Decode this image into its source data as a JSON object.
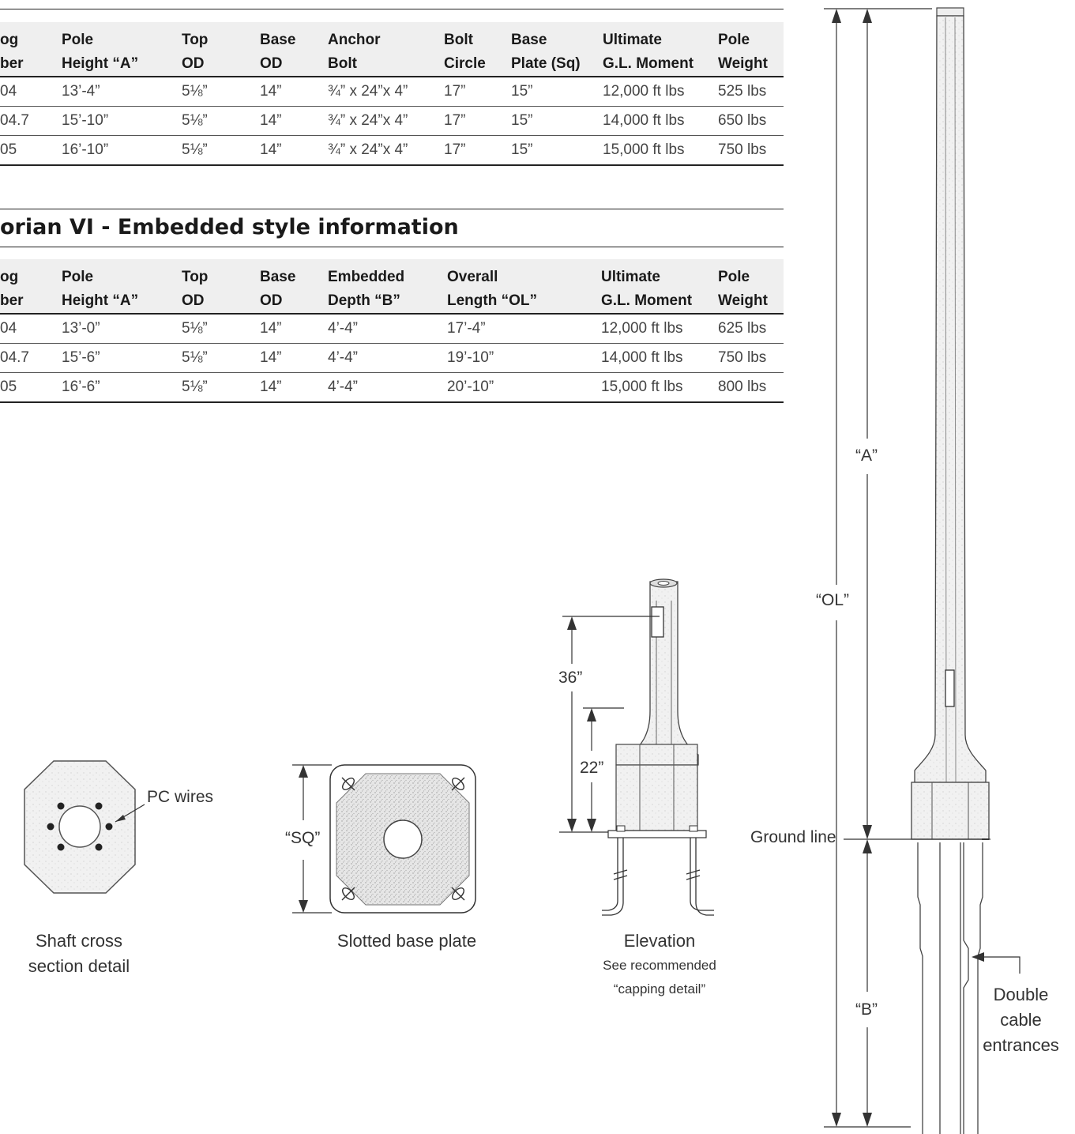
{
  "table1": {
    "headers_line1": [
      "og",
      "Pole",
      "Top",
      "Base",
      "Anchor",
      "Bolt",
      "Base",
      "Ultimate",
      "Pole"
    ],
    "headers_line2": [
      "ber",
      "Height “A”",
      "OD",
      "OD",
      "Bolt",
      "Circle",
      "Plate (Sq)",
      "G.L. Moment",
      "Weight"
    ],
    "rows": [
      [
        "04",
        "13’-4”",
        "5⅛”",
        "14”",
        "¾” x 24”x 4”",
        "17”",
        "15”",
        "12,000 ft lbs",
        "525 lbs"
      ],
      [
        "04.7",
        "15’-10”",
        "5⅛”",
        "14”",
        "¾” x 24”x 4”",
        "17”",
        "15”",
        "14,000 ft lbs",
        "650 lbs"
      ],
      [
        "05",
        "16’-10”",
        "5⅛”",
        "14”",
        "¾” x 24”x 4”",
        "17”",
        "15”",
        "15,000 ft lbs",
        "750 lbs"
      ]
    ]
  },
  "table2": {
    "title": "orian VI - Embedded style information",
    "headers_line1": [
      "og",
      "Pole",
      "Top",
      "Base",
      "Embedded",
      "Overall",
      "Ultimate",
      "Pole"
    ],
    "headers_line2": [
      "ber",
      "Height “A”",
      "OD",
      "OD",
      "Depth “B”",
      "Length “OL”",
      "G.L. Moment",
      "Weight"
    ],
    "rows": [
      [
        "04",
        "13’-0”",
        "5⅛”",
        "14”",
        "4’-4”",
        "17’-4”",
        "12,000 ft lbs",
        "625 lbs"
      ],
      [
        "04.7",
        "15’-6”",
        "5⅛”",
        "14”",
        "4’-4”",
        "19’-10”",
        "14,000 ft lbs",
        "750 lbs"
      ],
      [
        "05",
        "16’-6”",
        "5⅛”",
        "14”",
        "4’-4”",
        "20’-10”",
        "15,000 ft lbs",
        "800 lbs"
      ]
    ]
  },
  "details": {
    "pc_wires": "PC wires",
    "shaft_caption_1": "Shaft cross",
    "shaft_caption_2": "section detail",
    "sq_label": "“SQ”",
    "baseplate_caption": "Slotted base plate",
    "dim_36": "36”",
    "dim_22": "22”",
    "elevation_caption": "Elevation",
    "elevation_note_1": "See recommended",
    "elevation_note_2": "“capping detail”",
    "label_A": "“A”",
    "label_OL": "“OL”",
    "label_B": "“B”",
    "ground_line": "Ground line",
    "double_1": "Double",
    "double_2": "cable",
    "double_3": "entrances"
  }
}
